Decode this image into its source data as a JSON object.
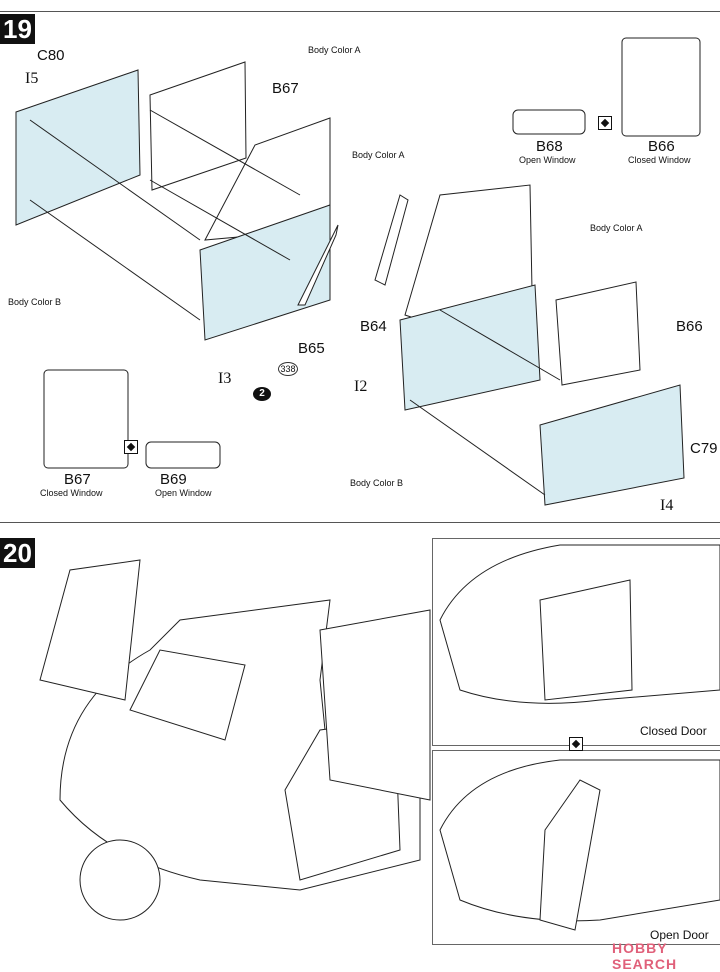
{
  "step19": {
    "number": "19",
    "labels": {
      "c80": "C80",
      "i5": "I5",
      "body_color_a_1": "Body Color A",
      "b67": "B67",
      "body_color_a_2": "Body Color A",
      "b68": "B68",
      "b68_sub": "Open Window",
      "b66_top": "B66",
      "b66_top_sub": "Closed Window",
      "body_color_a_3": "Body Color A",
      "body_color_b_1": "Body Color B",
      "b65": "B65",
      "ref_338": "338",
      "ref_2": "2",
      "i3": "I3",
      "b64": "B64",
      "b66": "B66",
      "i2": "I2",
      "c79": "C79",
      "body_color_b_2": "Body Color B",
      "i4": "I4",
      "b67_alt": "B67",
      "b67_alt_sub": "Closed Window",
      "b69": "B69",
      "b69_sub": "Open Window"
    }
  },
  "step20": {
    "number": "20",
    "closed_door": "Closed Door",
    "open_door": "Open Door"
  },
  "watermark": "HOBBY SEARCH",
  "colors": {
    "panel_fill": "#d8ecf2",
    "ink": "#111111",
    "watermark": "#e0607a"
  }
}
